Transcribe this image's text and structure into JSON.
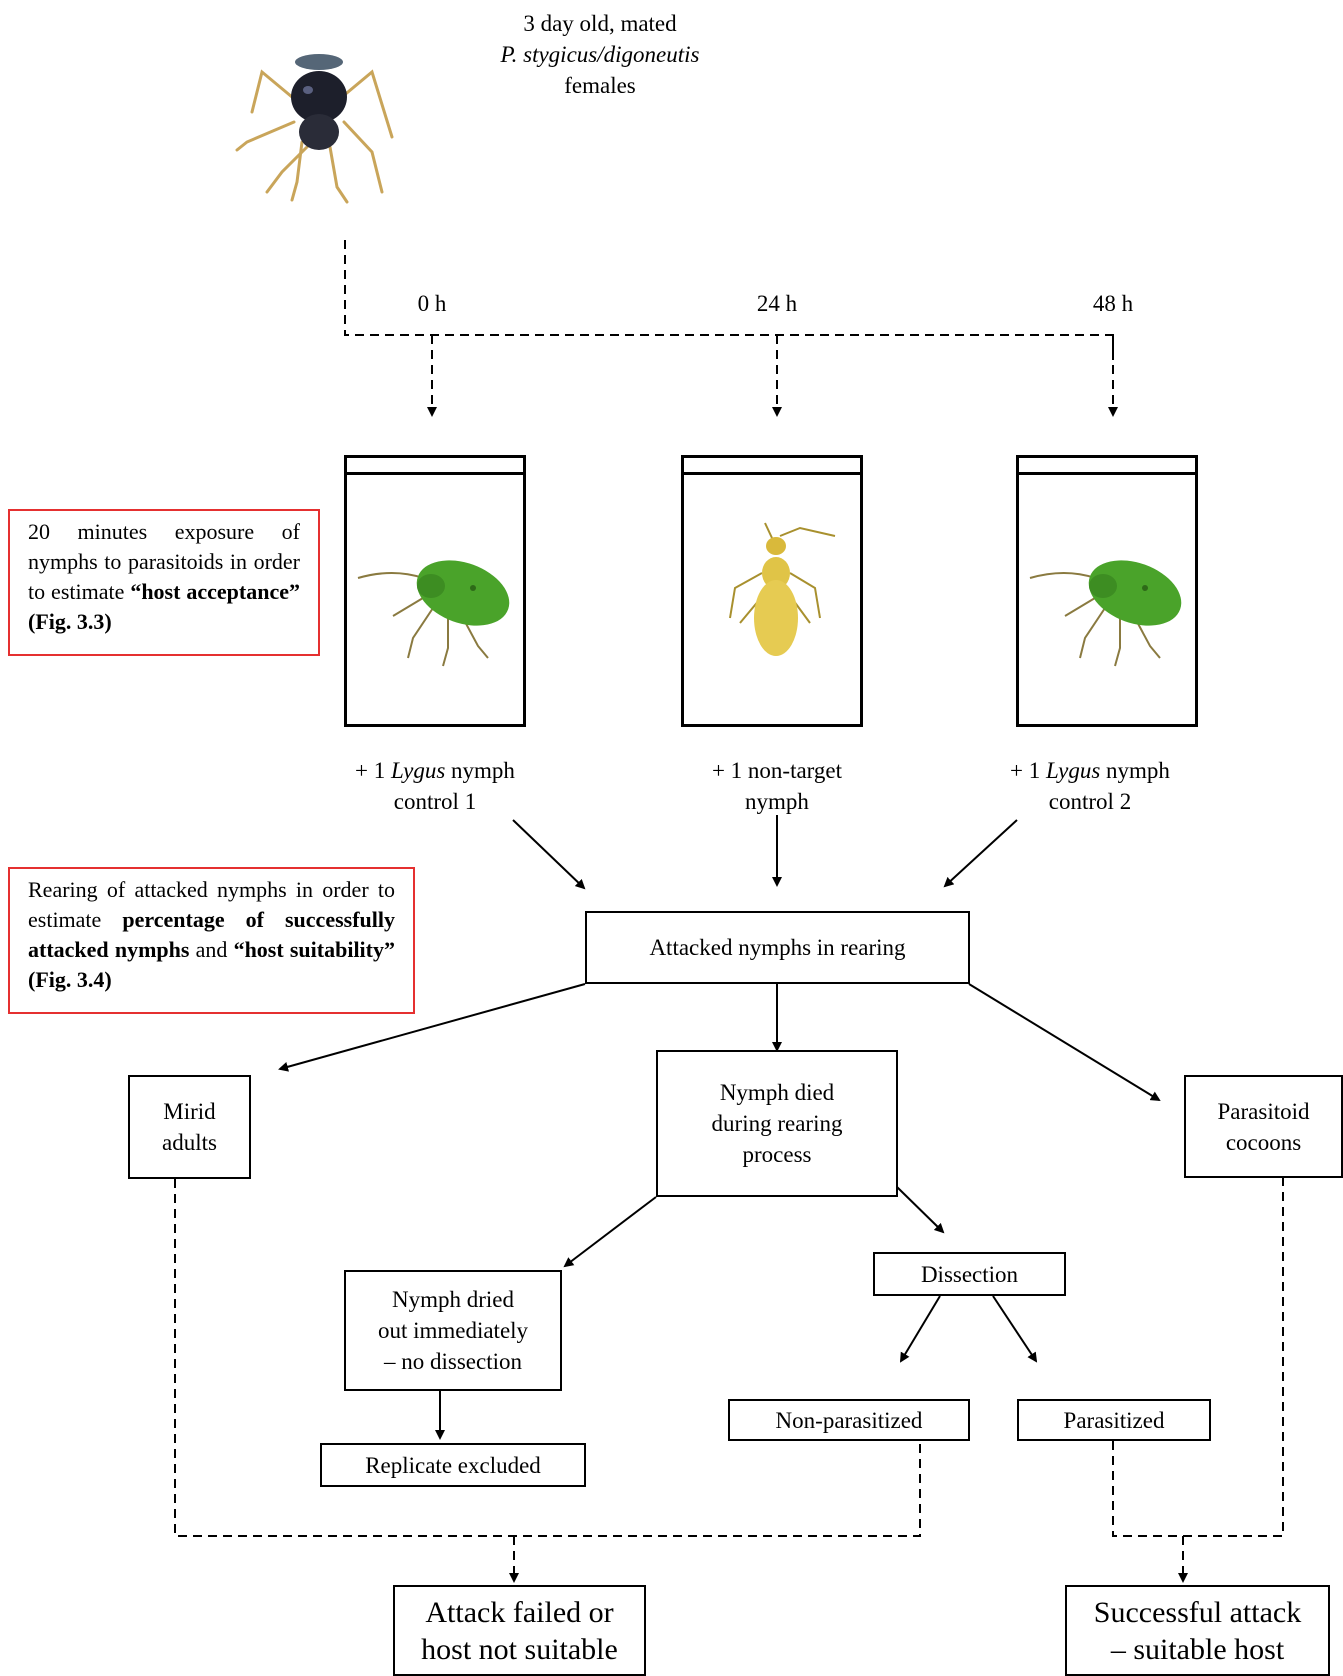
{
  "header": {
    "line1": "3 day old, mated",
    "species": "P. stygicus/digoneutis",
    "line3": "females"
  },
  "illustrations": {
    "wasp": "parasitoid-wasp-image",
    "lygus": "green-lygus-nymph-image",
    "non_target": "yellow-non-target-nymph-image"
  },
  "timeline": {
    "t0": "0 h",
    "t24": "24 h",
    "t48": "48 h"
  },
  "cages": {
    "c1": {
      "prefix": "+ 1 ",
      "italic": "Lygus",
      "suffix": " nymph",
      "line2": "control 1"
    },
    "c2": {
      "line1": "+ 1 non-target",
      "line2": "nymph"
    },
    "c3": {
      "prefix": "+ 1 ",
      "italic": "Lygus",
      "suffix": " nymph",
      "line2": "control 2"
    }
  },
  "notes": {
    "acceptance": {
      "text": "20 minutes exposure of nymphs to parasitoids in order to estimate ",
      "bold": "“host acceptance” (Fig. 3.3)"
    },
    "rearing": {
      "text1": "Rearing of attacked nymphs in order to estimate ",
      "bold1": "percentage of successfully attacked nymphs",
      "text2": " and ",
      "bold2": "“host suitability” (Fig. 3.4)"
    }
  },
  "boxes": {
    "attacked": "Attacked nymphs in rearing",
    "mirid_1": "Mirid",
    "mirid_2": "adults",
    "died_1": "Nymph died",
    "died_2": "during rearing",
    "died_3": "process",
    "cocoons_1": "Parasitoid",
    "cocoons_2": "cocoons",
    "dried_1": "Nymph dried",
    "dried_2": "out immediately",
    "dried_3": "– no dissection",
    "dissection": "Dissection",
    "replicate": "Replicate excluded",
    "nonpara": "Non-parasitized",
    "para": "Parasitized",
    "failed_1": "Attack failed or",
    "failed_2": "host not suitable",
    "success_1": "Successful attack",
    "success_2": "– suitable host"
  }
}
